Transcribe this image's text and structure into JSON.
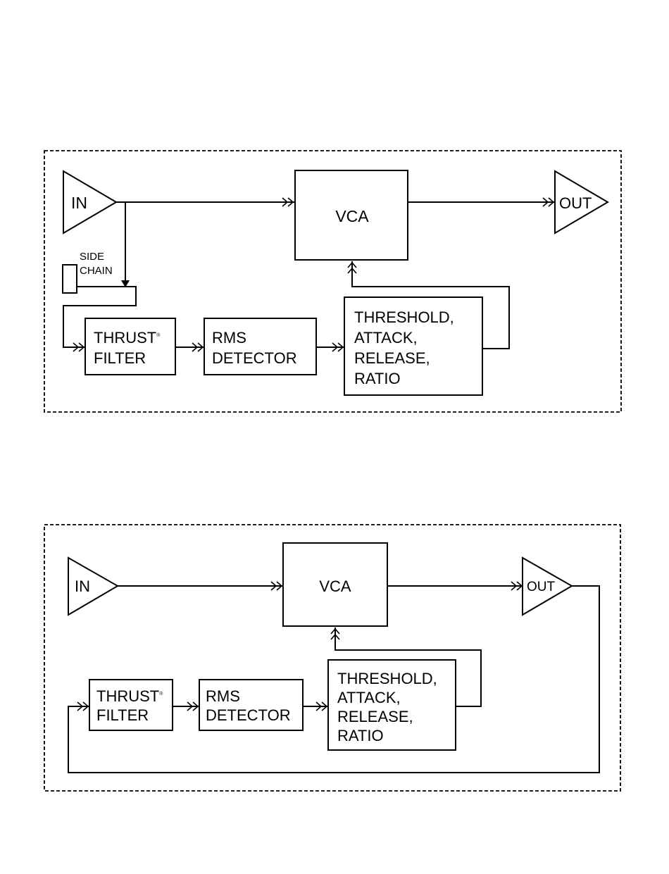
{
  "diagram_top": {
    "in_label": "IN",
    "out_label": "OUT",
    "vca_label": "VCA",
    "side_chain_line1": "SIDE",
    "side_chain_line2": "CHAIN",
    "thrust_line1": "THRUST",
    "thrust_mark": "®",
    "thrust_line2": "FILTER",
    "rms_line1": "RMS",
    "rms_line2": "DETECTOR",
    "ctrl_line1": "THRESHOLD,",
    "ctrl_line2": "ATTACK,",
    "ctrl_line3": "RELEASE,",
    "ctrl_line4": "RATIO"
  },
  "diagram_bottom": {
    "in_label": "IN",
    "out_label": "OUT",
    "vca_label": "VCA",
    "thrust_line1": "THRUST",
    "thrust_mark": "®",
    "thrust_line2": "FILTER",
    "rms_line1": "RMS",
    "rms_line2": "DETECTOR",
    "ctrl_line1": "THRESHOLD,",
    "ctrl_line2": "ATTACK,",
    "ctrl_line3": "RELEASE,",
    "ctrl_line4": "RATIO"
  }
}
